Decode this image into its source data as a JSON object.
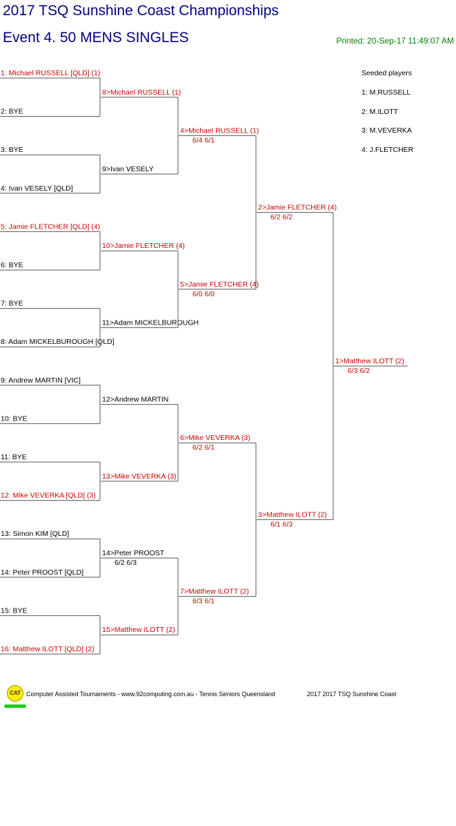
{
  "header": {
    "title": "2017 TSQ Sunshine Coast Championships",
    "event": "Event 4. 50 MENS SINGLES",
    "printed": "Printed: 20-Sep-17 11:49:07 AM"
  },
  "colors": {
    "title": "#000080",
    "seeded": "#cc0000",
    "normal": "#000000",
    "printed": "#008000"
  },
  "draw": [
    {
      "label": "1: Michael RUSSELL [QLD] (1)",
      "seeded": true
    },
    {
      "label": "2: BYE",
      "seeded": false
    },
    {
      "label": "3: BYE",
      "seeded": false
    },
    {
      "label": "4: Ivan VESELY [QLD]",
      "seeded": false
    },
    {
      "label": "5: Jamie FLETCHER [QLD] (4)",
      "seeded": true
    },
    {
      "label": "6: BYE",
      "seeded": false
    },
    {
      "label": "7: BYE",
      "seeded": false
    },
    {
      "label": "8: Adam MICKELBUROUGH [QLD]",
      "seeded": false
    },
    {
      "label": "9: Andrew MARTIN [VIC]",
      "seeded": false
    },
    {
      "label": "10: BYE",
      "seeded": false
    },
    {
      "label": "11: BYE",
      "seeded": false
    },
    {
      "label": "12: Mike VEVERKA [QLD] (3)",
      "seeded": true
    },
    {
      "label": "13: Simon KIM [QLD]",
      "seeded": false
    },
    {
      "label": "14: Peter PROOST [QLD]",
      "seeded": false
    },
    {
      "label": "15: BYE",
      "seeded": false
    },
    {
      "label": "16: Matthew ILOTT [QLD] (2)",
      "seeded": true
    }
  ],
  "rounds": [
    [
      {
        "label": "8>Michael RUSSELL (1)",
        "score": "",
        "seeded": true
      },
      {
        "label": "9>Ivan VESELY",
        "score": "",
        "seeded": false
      },
      {
        "label": "10>Jamie FLETCHER (4)",
        "score": "",
        "seeded": true
      },
      {
        "label": "11>Adam MICKELBUROUGH",
        "score": "",
        "seeded": false
      },
      {
        "label": "12>Andrew MARTIN",
        "score": "",
        "seeded": false
      },
      {
        "label": "13>Mike VEVERKA (3)",
        "score": "",
        "seeded": true
      },
      {
        "label": "14>Peter PROOST",
        "score": "6/2 6/3",
        "seeded": false
      },
      {
        "label": "15>Matthew ILOTT (2)",
        "score": "",
        "seeded": true
      }
    ],
    [
      {
        "label": "4>Michael RUSSELL (1)",
        "score": "6/4 6/1",
        "seeded": true
      },
      {
        "label": "5>Jamie FLETCHER (4)",
        "score": "6/0 6/0",
        "seeded": true
      },
      {
        "label": "6>Mike VEVERKA (3)",
        "score": "6/2 6/1",
        "seeded": true
      },
      {
        "label": "7>Matthew ILOTT (2)",
        "score": "6/3 6/1",
        "seeded": true
      }
    ],
    [
      {
        "label": "2>Jamie FLETCHER (4)",
        "score": "6/2 6/2",
        "seeded": true
      },
      {
        "label": "3>Matthew ILOTT (2)",
        "score": "6/1 6/3",
        "seeded": true
      }
    ],
    [
      {
        "label": "1>Matthew ILOTT (2)",
        "score": "6/3 6/2",
        "seeded": true
      }
    ]
  ],
  "seeds": {
    "heading": "Seeded players",
    "items": [
      "1: M.RUSSELL",
      "2: M.ILOTT",
      "3: M.VEVERKA",
      "4: J.FLETCHER"
    ]
  },
  "footer": {
    "logo_text": "CAT",
    "credit": "Computer Assisted Tournaments - www.92computing.com.au -  Tennis Seniors Queensland",
    "event_name": "2017 2017 TSQ Sunshine Coast"
  }
}
